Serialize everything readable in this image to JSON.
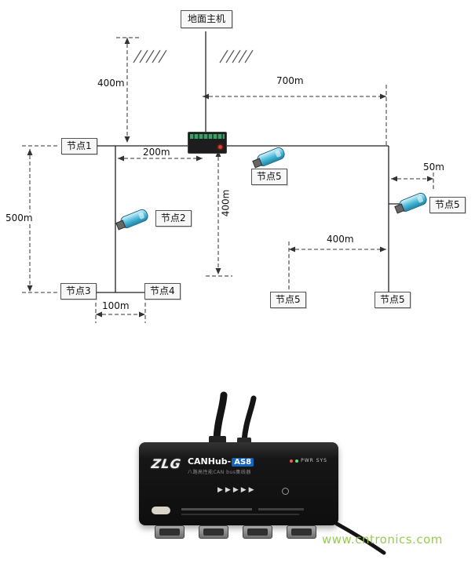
{
  "diagram": {
    "ground_host_label": "地面主机",
    "node_labels": {
      "node1": "节点1",
      "node2": "节点2",
      "node3": "节点3",
      "node4": "节点4",
      "node5": "节点5"
    },
    "dimension_labels": {
      "left_vertical": "400m",
      "top_horizontal": "700m",
      "branch_horizontal": "200m",
      "far_left_vertical": "500m",
      "mid_vertical": "400m",
      "right_short": "50m",
      "bottom_horizontal": "400m",
      "node_gap": "100m"
    }
  },
  "device_photo": {
    "brand": "ZLG",
    "model_prefix": "CANHub-",
    "model_suffix": "AS8",
    "subtitle": "八路高性能CAN bus集线器",
    "led_labels": "PWR SYS",
    "panel_arrows": "▶▶▶▶▶"
  },
  "watermark": {
    "text": "www.cntronics.com",
    "color": "#8dc63f"
  },
  "colors": {
    "node_device": "#3fb6dc",
    "model_badge": "#1565c0",
    "line": "#222222"
  }
}
